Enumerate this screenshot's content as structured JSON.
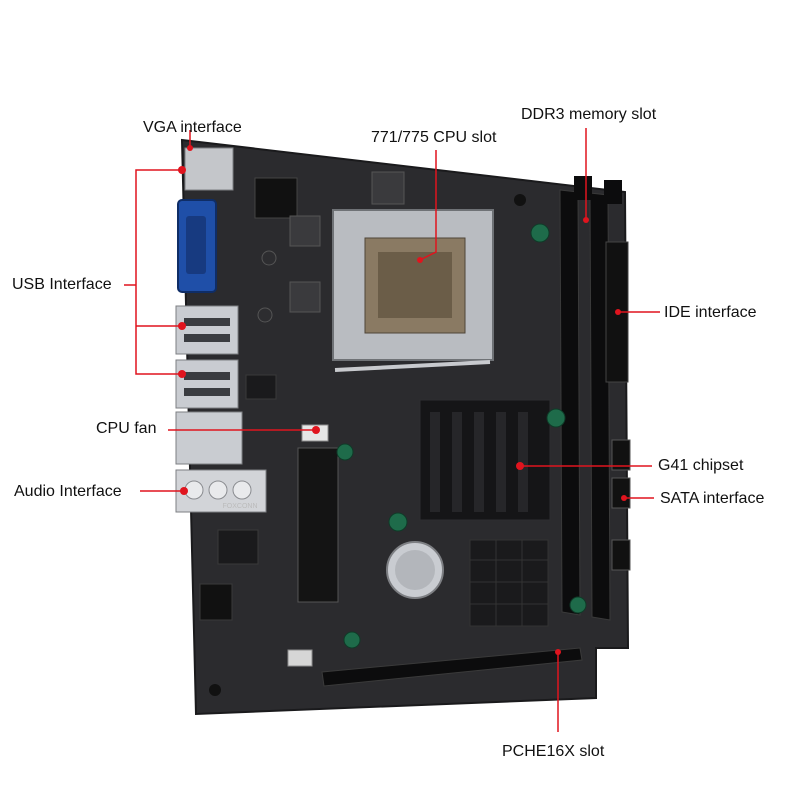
{
  "labels": {
    "vga": "VGA interface",
    "cpu_slot": "771/775 CPU slot",
    "ddr3": "DDR3 memory slot",
    "usb": "USB Interface",
    "ide": "IDE interface",
    "cpu_fan": "CPU fan",
    "g41": "G41 chipset",
    "audio": "Audio Interface",
    "sata": "SATA interface",
    "pcie": "PCHE16X slot"
  },
  "board_marking": "FOXCONN",
  "colors": {
    "pcb": "#2b2b2e",
    "callout_line": "#e0141e",
    "callout_dot": "#e0141e",
    "vga_port": "#1f4fa8",
    "heatsink": "#151517",
    "slot": "#0c0c0d",
    "capacitor": "#1e6b4a",
    "usb_port": "#c9ccd1"
  }
}
